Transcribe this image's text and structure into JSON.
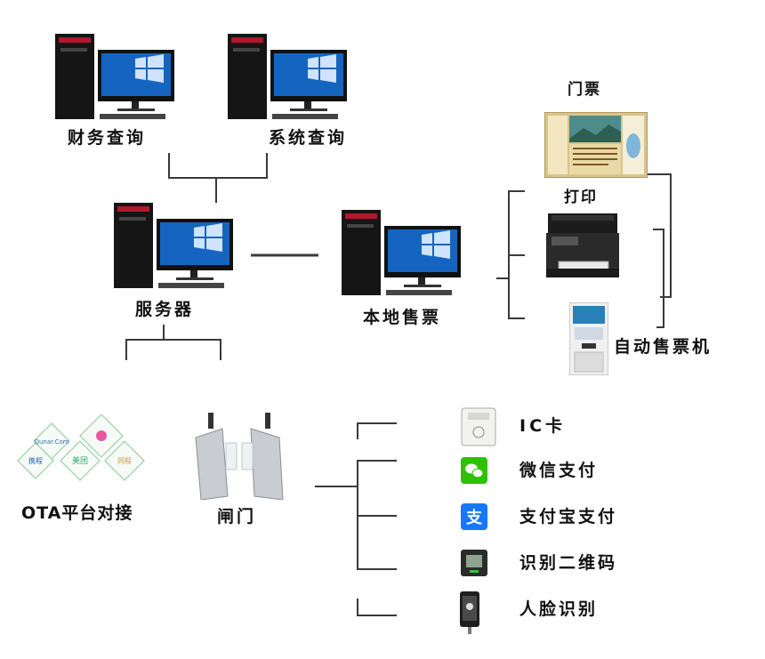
{
  "nodes": {
    "finance_query": "财务查询",
    "system_query": "系统查询",
    "server": "服务器",
    "local_ticketing": "本地售票",
    "ticket": "门票",
    "print": "打印",
    "vending_machine": "自动售票机",
    "ota": "OTA平台对接",
    "gate": "闸门"
  },
  "payments": [
    {
      "label": "IC卡",
      "icon": "ic-card-reader-icon"
    },
    {
      "label": "微信支付",
      "icon": "wechat-icon"
    },
    {
      "label": "支付宝支付",
      "icon": "alipay-icon"
    },
    {
      "label": "识别二维码",
      "icon": "qr-scanner-icon"
    },
    {
      "label": "人脸识别",
      "icon": "face-recognition-icon"
    }
  ],
  "ota_logos": [
    "Qunar.Com",
    "携程",
    "美团",
    "同程"
  ],
  "colors": {
    "line": "#333333",
    "screen": "#1565c0",
    "wechat": "#2dc100",
    "alipay": "#1678ff"
  }
}
